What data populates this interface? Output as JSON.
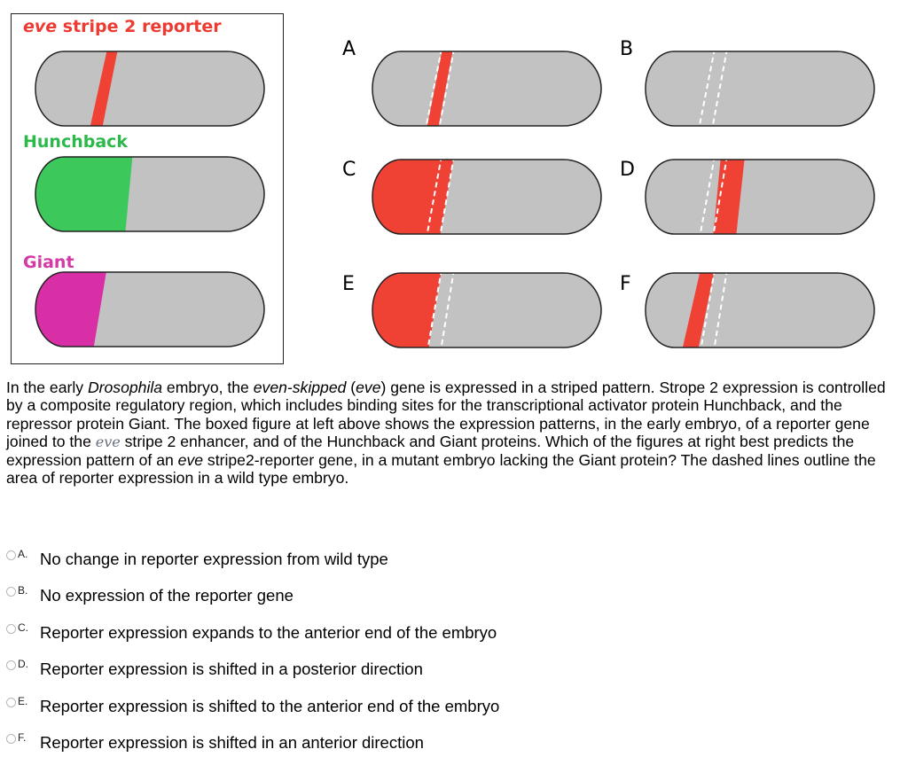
{
  "legend": {
    "eve_label_italic": "eve",
    "eve_label_rest": " stripe 2 reporter",
    "hunchback_label": "Hunchback",
    "giant_label": "Giant"
  },
  "figure_letters": [
    "A",
    "B",
    "C",
    "D",
    "E",
    "F"
  ],
  "colors": {
    "reporter": "#f04135",
    "hunchback": "#3cc85a",
    "giant": "#d82fa6",
    "embryo": "#c2c2c2",
    "outline": "#222222"
  },
  "question": {
    "p1": "In the early ",
    "p2": "Drosophila",
    "p3": " embryo, the ",
    "p4": "even-skipped",
    "p5": " (",
    "p6": "eve",
    "p7": ") gene is expressed in a striped pattern. Strope 2 expression is controlled by a composite regulatory region, which includes binding sites for the transcriptional activator protein Hunchback, and the repressor protein Giant. The boxed figure at left above shows the expression patterns, in the early embryo, of a reporter gene joined to the ",
    "p8": "eve",
    "p9": " stripe 2 enhancer, and of the Hunchback and Giant proteins.  Which of the figures at right best predicts the expression pattern of an ",
    "p10": "eve",
    "p11": " stripe2-reporter gene, in a mutant embryo lacking the Giant protein? The dashed lines outline the area of reporter expression in a wild type embryo."
  },
  "answers": [
    {
      "letter": "A.",
      "text": "No change in reporter expression from wild type"
    },
    {
      "letter": "B.",
      "text": "No expression of the reporter gene"
    },
    {
      "letter": "C.",
      "text": "Reporter expression expands to the anterior end of the embryo"
    },
    {
      "letter": "D.",
      "text": "Reporter expression is shifted in a posterior direction"
    },
    {
      "letter": "E.",
      "text": "Reporter expression is shifted to the anterior end of the embryo"
    },
    {
      "letter": "F.",
      "text": "Reporter expression is shifted in an anterior direction"
    }
  ]
}
